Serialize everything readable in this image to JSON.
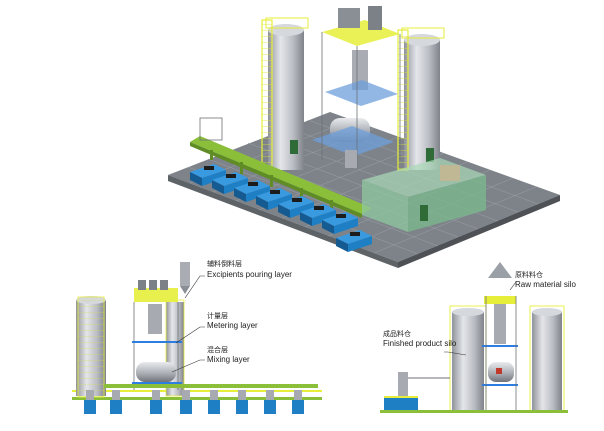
{
  "labels": {
    "excipients_cn": "辅料倒料层",
    "excipients_en": "Excipients pouring layer",
    "metering_cn": "计量层",
    "metering_en": "Metering layer",
    "mixing_cn": "混合层",
    "mixing_en": "Mixing layer",
    "raw_cn": "原料料仓",
    "raw_en": "Raw material silo",
    "finished_cn": "成品料仓",
    "finished_en": "Finished product silo"
  },
  "colors": {
    "silo": "#b9bcc2",
    "frame": "#e6ee3a",
    "floor": "#7d8389",
    "grid": "#9aa0a6",
    "conveyor": "#8bbf3a",
    "feeder": "#1f7fc4",
    "platform_blue": "#6e9fdc",
    "enclosure": "#8fc8a0",
    "door": "#2e6b36"
  }
}
